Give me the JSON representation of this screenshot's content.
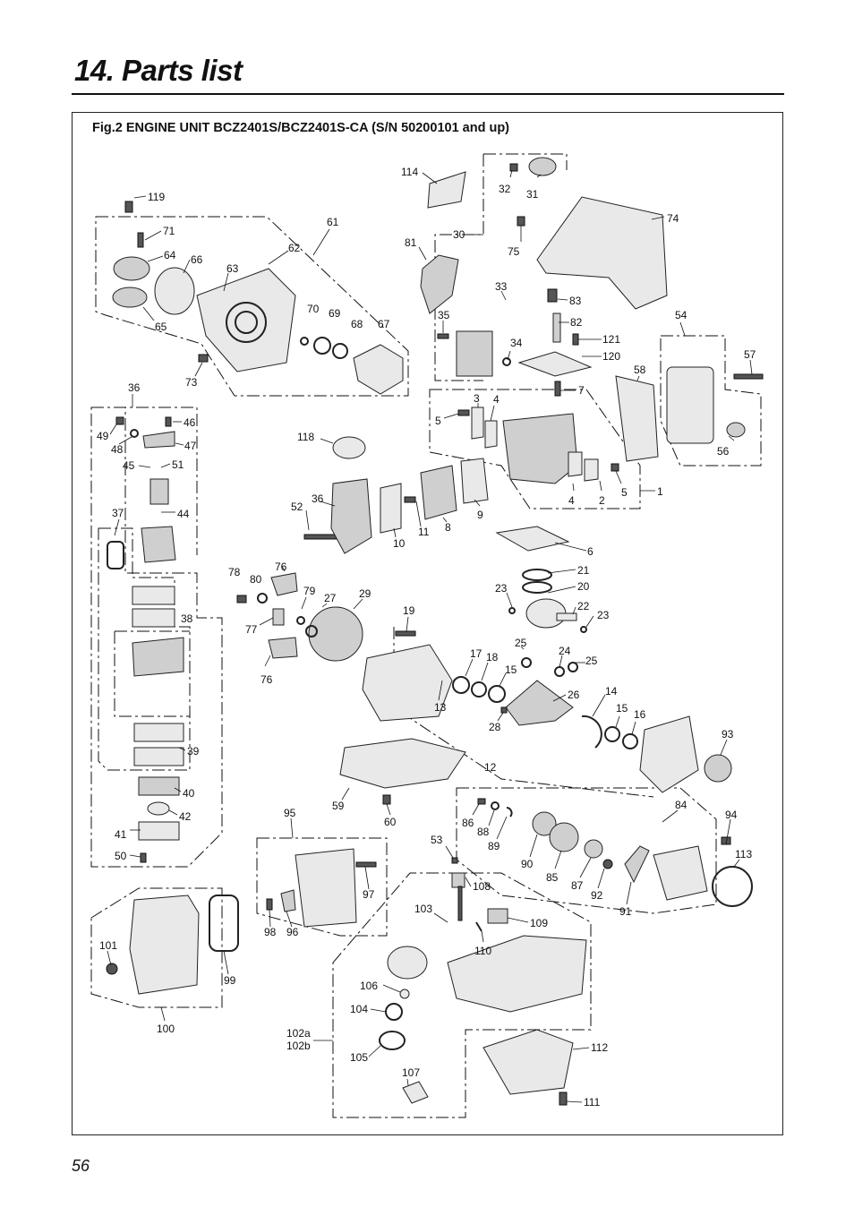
{
  "header": {
    "title": "14. Parts list"
  },
  "figure": {
    "caption": "Fig.2 ENGINE UNIT  BCZ2401S/BCZ2401S-CA  (S/N 50200101 and up)",
    "labels": [
      {
        "id": "119",
        "text": "119"
      },
      {
        "id": "71",
        "text": "71"
      },
      {
        "id": "64",
        "text": "64"
      },
      {
        "id": "66",
        "text": "66"
      },
      {
        "id": "63",
        "text": "63"
      },
      {
        "id": "62",
        "text": "62"
      },
      {
        "id": "61",
        "text": "61"
      },
      {
        "id": "65",
        "text": "65"
      },
      {
        "id": "70",
        "text": "70"
      },
      {
        "id": "69",
        "text": "69"
      },
      {
        "id": "68",
        "text": "68"
      },
      {
        "id": "67",
        "text": "67"
      },
      {
        "id": "73",
        "text": "73"
      },
      {
        "id": "114",
        "text": "114"
      },
      {
        "id": "32",
        "text": "32"
      },
      {
        "id": "31",
        "text": "31"
      },
      {
        "id": "30",
        "text": "30"
      },
      {
        "id": "81",
        "text": "81"
      },
      {
        "id": "75",
        "text": "75"
      },
      {
        "id": "74",
        "text": "74"
      },
      {
        "id": "33",
        "text": "33"
      },
      {
        "id": "83",
        "text": "83"
      },
      {
        "id": "35",
        "text": "35"
      },
      {
        "id": "82",
        "text": "82"
      },
      {
        "id": "34",
        "text": "34"
      },
      {
        "id": "121",
        "text": "121"
      },
      {
        "id": "120",
        "text": "120"
      },
      {
        "id": "54",
        "text": "54"
      },
      {
        "id": "57",
        "text": "57"
      },
      {
        "id": "58",
        "text": "58"
      },
      {
        "id": "7",
        "text": "7"
      },
      {
        "id": "36a",
        "text": "36"
      },
      {
        "id": "3",
        "text": "3"
      },
      {
        "id": "4a",
        "text": "4"
      },
      {
        "id": "5a",
        "text": "5"
      },
      {
        "id": "46",
        "text": "46"
      },
      {
        "id": "49",
        "text": "49"
      },
      {
        "id": "47",
        "text": "47"
      },
      {
        "id": "48",
        "text": "48"
      },
      {
        "id": "118",
        "text": "118"
      },
      {
        "id": "45",
        "text": "45"
      },
      {
        "id": "51",
        "text": "51"
      },
      {
        "id": "56",
        "text": "56"
      },
      {
        "id": "36b",
        "text": "36"
      },
      {
        "id": "52",
        "text": "52"
      },
      {
        "id": "4b",
        "text": "4"
      },
      {
        "id": "2",
        "text": "2"
      },
      {
        "id": "5b",
        "text": "5"
      },
      {
        "id": "1",
        "text": "1"
      },
      {
        "id": "37",
        "text": "37"
      },
      {
        "id": "44",
        "text": "44"
      },
      {
        "id": "9",
        "text": "9"
      },
      {
        "id": "8",
        "text": "8"
      },
      {
        "id": "11",
        "text": "11"
      },
      {
        "id": "10",
        "text": "10"
      },
      {
        "id": "6",
        "text": "6"
      },
      {
        "id": "78",
        "text": "78"
      },
      {
        "id": "80",
        "text": "80"
      },
      {
        "id": "76a",
        "text": "76"
      },
      {
        "id": "21",
        "text": "21"
      },
      {
        "id": "79",
        "text": "79"
      },
      {
        "id": "27",
        "text": "27"
      },
      {
        "id": "29",
        "text": "29"
      },
      {
        "id": "23a",
        "text": "23"
      },
      {
        "id": "20",
        "text": "20"
      },
      {
        "id": "38",
        "text": "38"
      },
      {
        "id": "19",
        "text": "19"
      },
      {
        "id": "22",
        "text": "22"
      },
      {
        "id": "23b",
        "text": "23"
      },
      {
        "id": "77",
        "text": "77"
      },
      {
        "id": "25a",
        "text": "25"
      },
      {
        "id": "24",
        "text": "24"
      },
      {
        "id": "17",
        "text": "17"
      },
      {
        "id": "18",
        "text": "18"
      },
      {
        "id": "25b",
        "text": "25"
      },
      {
        "id": "15a",
        "text": "15"
      },
      {
        "id": "76b",
        "text": "76"
      },
      {
        "id": "26",
        "text": "26"
      },
      {
        "id": "14",
        "text": "14"
      },
      {
        "id": "13",
        "text": "13"
      },
      {
        "id": "15b",
        "text": "15"
      },
      {
        "id": "16",
        "text": "16"
      },
      {
        "id": "28",
        "text": "28"
      },
      {
        "id": "93",
        "text": "93"
      },
      {
        "id": "39",
        "text": "39"
      },
      {
        "id": "12",
        "text": "12"
      },
      {
        "id": "40",
        "text": "40"
      },
      {
        "id": "59",
        "text": "59"
      },
      {
        "id": "84",
        "text": "84"
      },
      {
        "id": "42",
        "text": "42"
      },
      {
        "id": "60",
        "text": "60"
      },
      {
        "id": "95",
        "text": "95"
      },
      {
        "id": "86",
        "text": "86"
      },
      {
        "id": "88",
        "text": "88"
      },
      {
        "id": "94",
        "text": "94"
      },
      {
        "id": "41",
        "text": "41"
      },
      {
        "id": "53",
        "text": "53"
      },
      {
        "id": "89",
        "text": "89"
      },
      {
        "id": "113",
        "text": "113"
      },
      {
        "id": "50",
        "text": "50"
      },
      {
        "id": "90",
        "text": "90"
      },
      {
        "id": "85",
        "text": "85"
      },
      {
        "id": "87",
        "text": "87"
      },
      {
        "id": "108",
        "text": "108"
      },
      {
        "id": "97",
        "text": "97"
      },
      {
        "id": "92",
        "text": "92"
      },
      {
        "id": "91",
        "text": "91"
      },
      {
        "id": "103",
        "text": "103"
      },
      {
        "id": "109",
        "text": "109"
      },
      {
        "id": "98",
        "text": "98"
      },
      {
        "id": "96",
        "text": "96"
      },
      {
        "id": "101",
        "text": "101"
      },
      {
        "id": "110",
        "text": "110"
      },
      {
        "id": "99",
        "text": "99"
      },
      {
        "id": "106",
        "text": "106"
      },
      {
        "id": "104",
        "text": "104"
      },
      {
        "id": "100",
        "text": "100"
      },
      {
        "id": "102a",
        "text": "102a"
      },
      {
        "id": "102b",
        "text": "102b"
      },
      {
        "id": "112",
        "text": "112"
      },
      {
        "id": "105",
        "text": "105"
      },
      {
        "id": "107",
        "text": "107"
      },
      {
        "id": "111",
        "text": "111"
      }
    ]
  },
  "footer": {
    "page_number": "56"
  }
}
